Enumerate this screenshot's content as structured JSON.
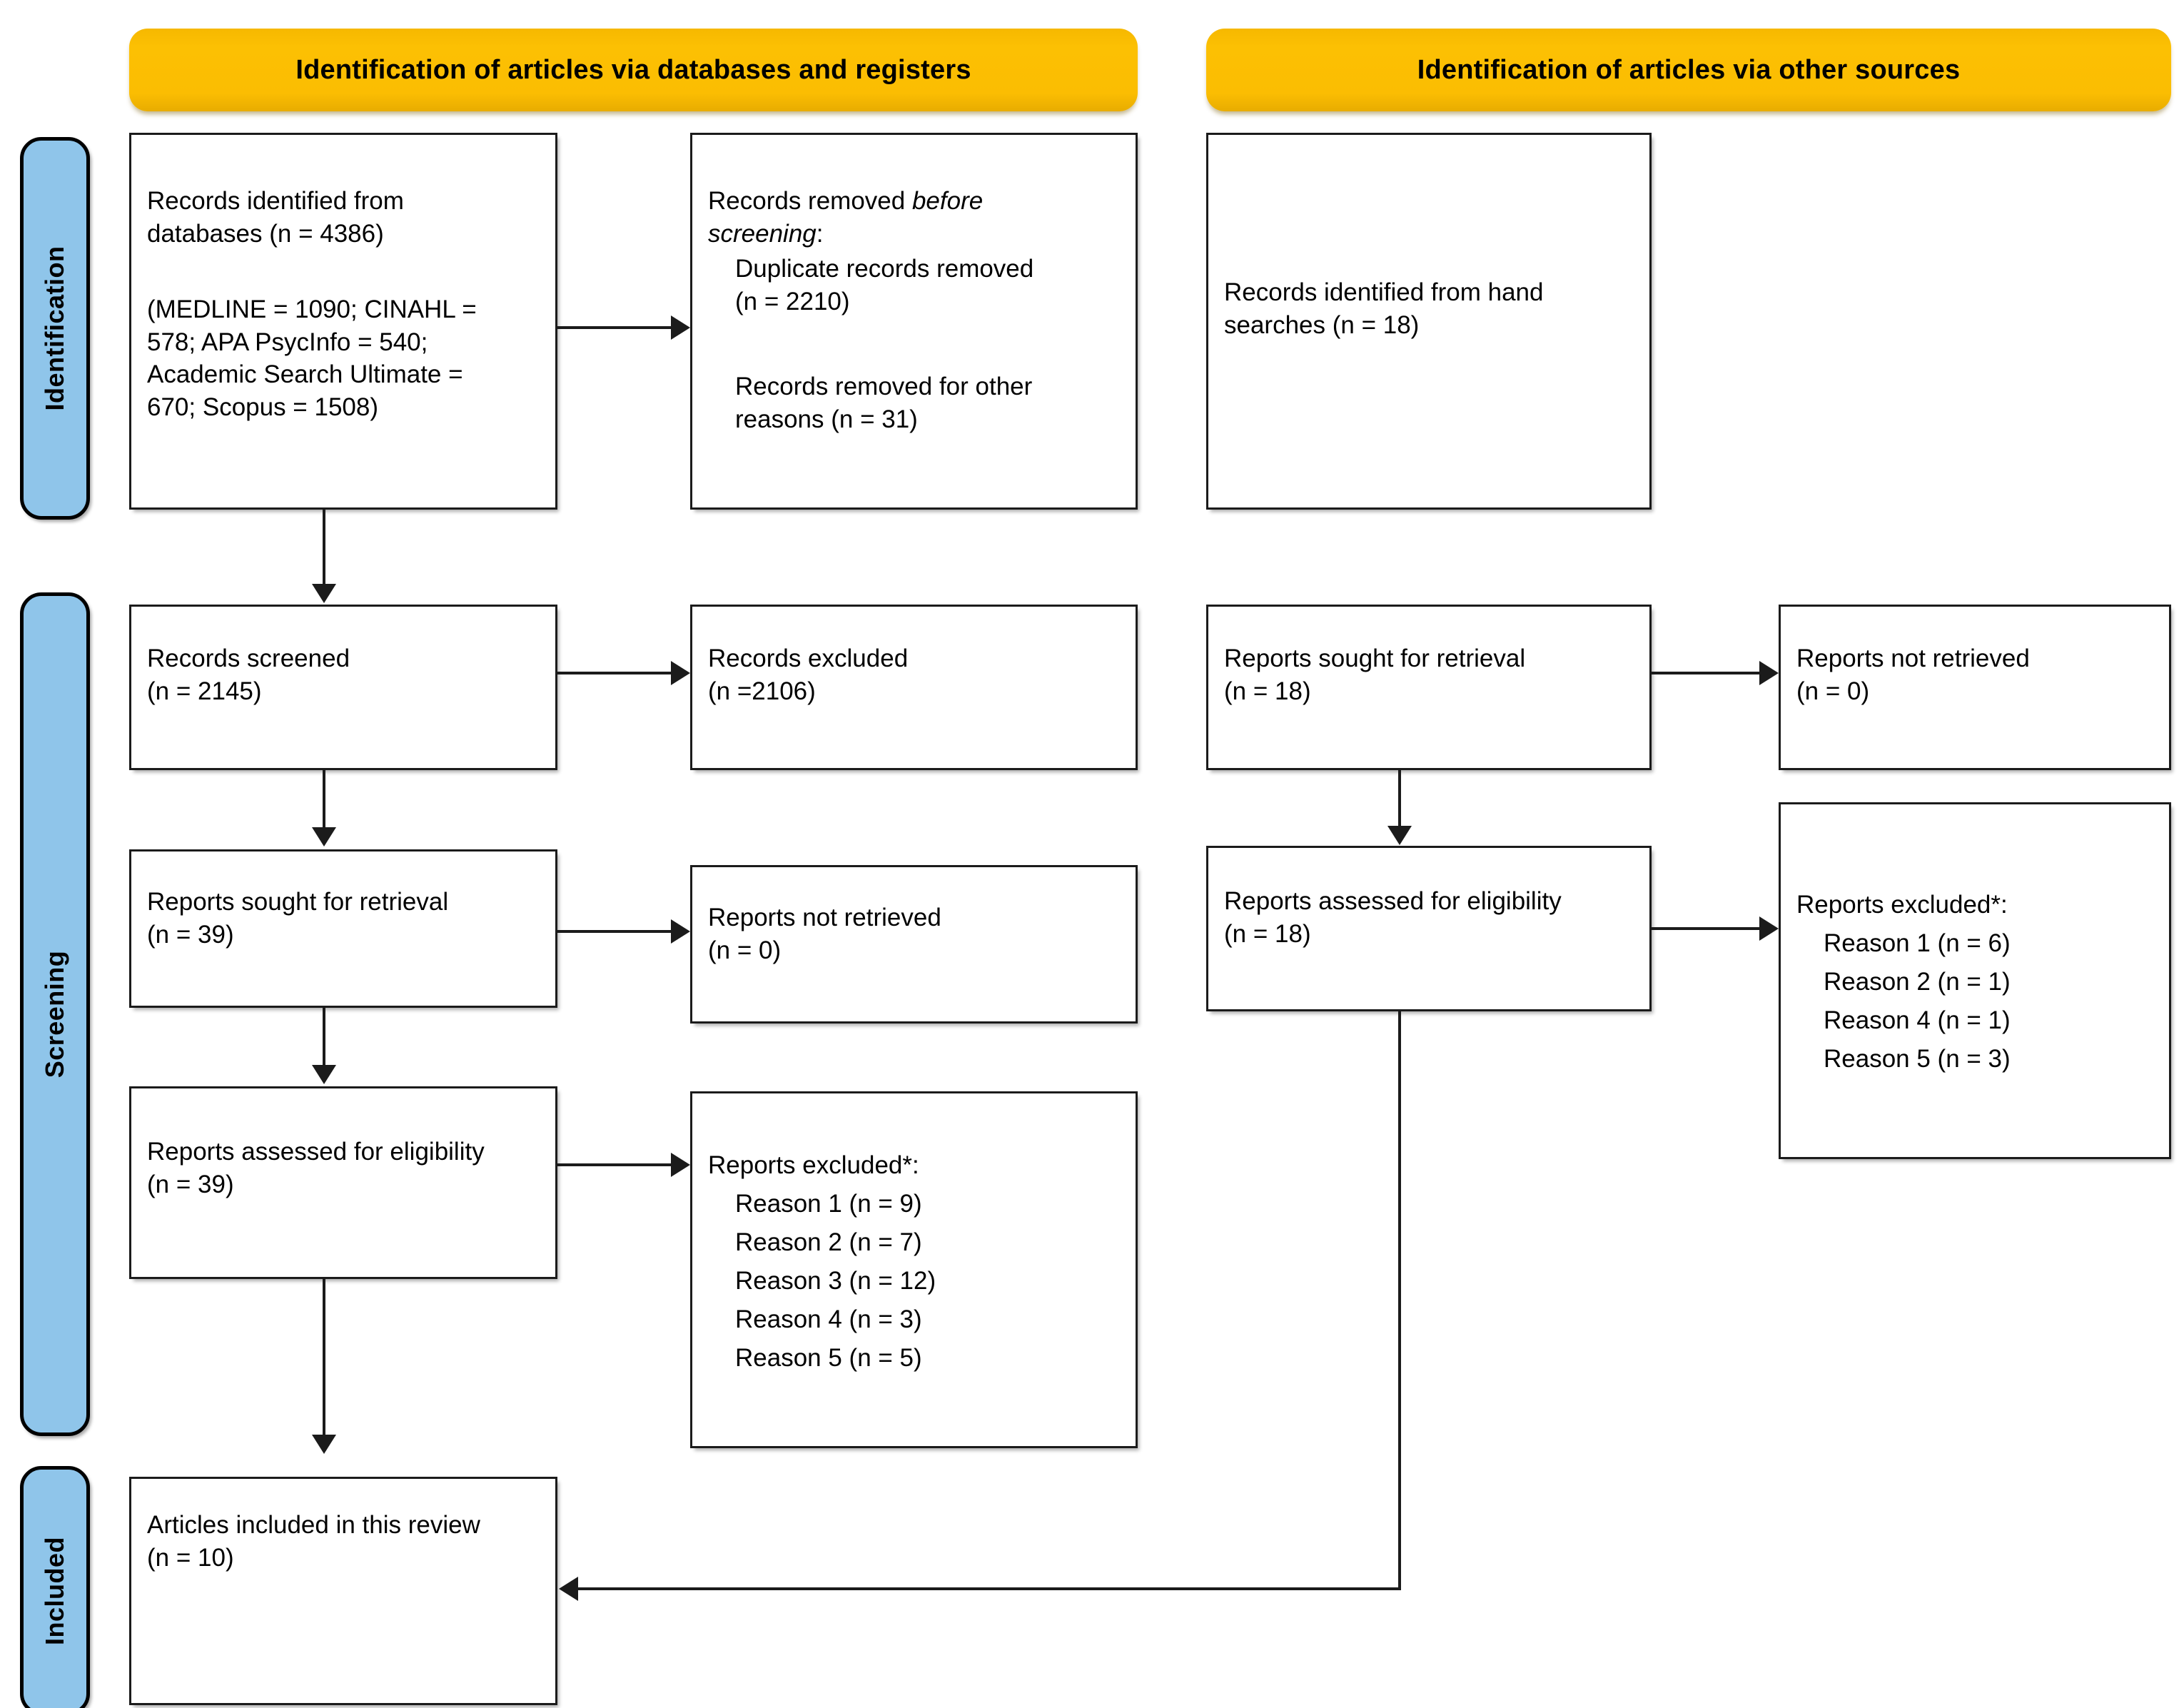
{
  "diagram": {
    "title": "PRISMA flow diagram",
    "colors": {
      "header_bar": "#FBBD02",
      "stage_pill": "#8FC5EA",
      "box_border": "#1B1B1B",
      "box_fill": "#FFFFFF",
      "connector": "#1B1B1B"
    }
  },
  "headers": {
    "databases": "Identification of articles via databases and registers",
    "other_sources": "Identification of articles via other sources"
  },
  "stages": [
    {
      "key": "identification",
      "label": "Identification"
    },
    {
      "key": "screening",
      "label": "Screening"
    },
    {
      "key": "included",
      "label": "Included"
    }
  ],
  "boxes": {
    "records_identified": {
      "line1": "Records identified from\ndatabases (n = 4386)",
      "line2": "(MEDLINE = 1090; CINAHL =\n578; APA PsycInfo = 540;\nAcademic Search Ultimate =\n670; Scopus = 1508)"
    },
    "records_removed": {
      "heading_plain": "Records removed ",
      "heading_italic": "before",
      "heading_italic2": "screening",
      "heading_colon": ":",
      "item1": "Duplicate records removed\n(n = 2210)",
      "item2": "Records removed for other\nreasons (n = 31)"
    },
    "hand_searches": {
      "text": "Records identified from hand\nsearches (n = 18)"
    },
    "records_screened": {
      "text": "Records screened\n(n = 2145)"
    },
    "records_excluded": {
      "text": "Records excluded\n(n =2106)"
    },
    "reports_sought_db": {
      "text": "Reports sought for retrieval\n(n = 39)"
    },
    "reports_not_retrieved_db": {
      "text": "Reports not retrieved\n(n = 0)"
    },
    "reports_assessed_db": {
      "text": "Reports assessed for eligibility\n(n = 39)"
    },
    "reports_excluded_db": {
      "heading": "Reports excluded*:",
      "reasons": [
        "Reason 1 (n = 9)",
        "Reason 2 (n = 7)",
        "Reason 3 (n = 12)",
        "Reason 4 (n = 3)",
        "Reason 5 (n = 5)"
      ]
    },
    "reports_sought_other": {
      "text": "Reports sought for retrieval\n(n = 18)"
    },
    "reports_not_retrieved_other": {
      "text": "Reports not retrieved\n(n = 0)"
    },
    "reports_assessed_other": {
      "text": "Reports assessed for eligibility\n(n = 18)"
    },
    "reports_excluded_other": {
      "heading": "Reports excluded*:",
      "reasons": [
        "Reason 1 (n = 6)",
        "Reason 2 (n = 1)",
        "Reason 4 (n = 1)",
        "Reason 5 (n = 3)"
      ]
    },
    "articles_included": {
      "text": "Articles included in this review\n(n = 10)"
    }
  }
}
